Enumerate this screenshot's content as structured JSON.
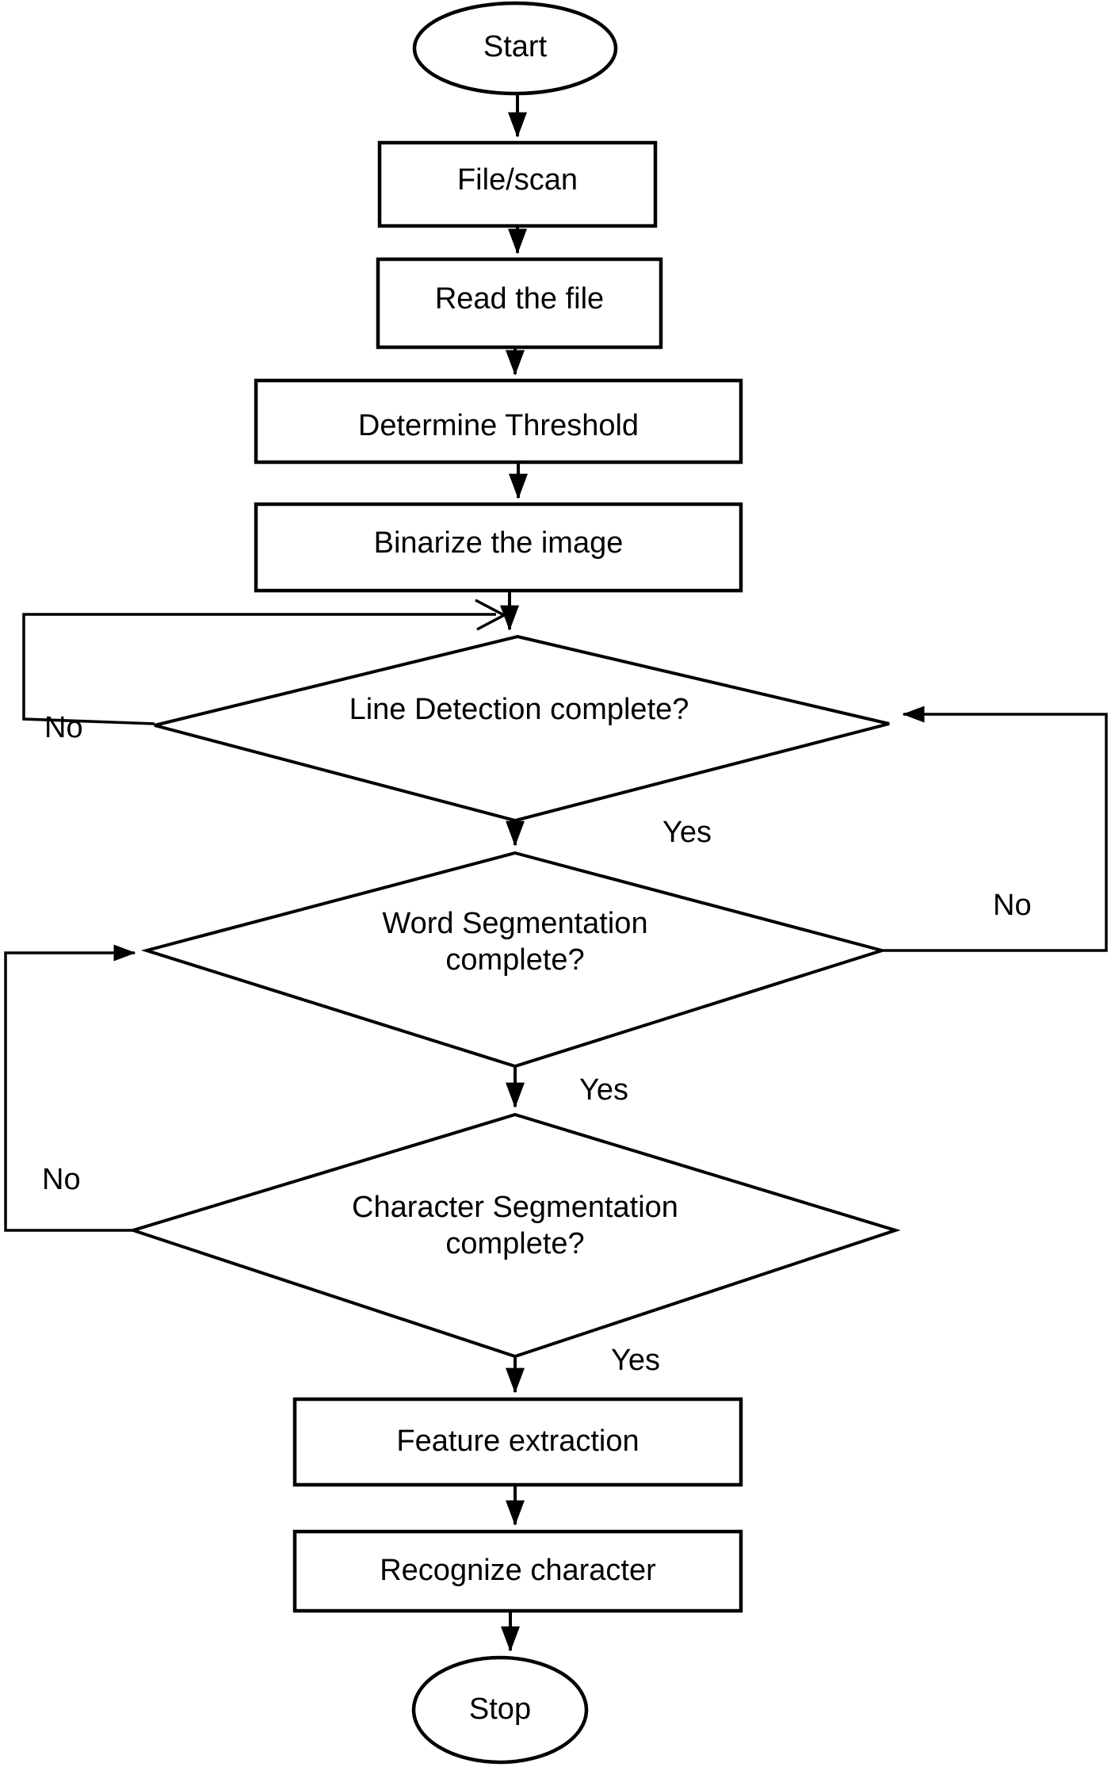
{
  "nodes": {
    "start": "Start",
    "file_scan": "File/scan",
    "read_file": "Read the file",
    "determine_threshold": "Determine Threshold",
    "binarize": "Binarize the image",
    "line_detection": "Line Detection complete?",
    "word_segmentation": "Word Segmentation\ncomplete?",
    "character_segmentation": "Character Segmentation\ncomplete?",
    "feature_extraction": "Feature extraction",
    "recognize_character": "Recognize character",
    "stop": "Stop"
  },
  "edge_labels": {
    "line_detection_no": "No",
    "line_detection_yes": "Yes",
    "word_segmentation_no": "No",
    "word_segmentation_yes": "Yes",
    "character_segmentation_no": "No",
    "character_segmentation_yes": "Yes"
  },
  "colors": {
    "line": "#000000",
    "background": "#ffffff",
    "text": "#000000"
  }
}
